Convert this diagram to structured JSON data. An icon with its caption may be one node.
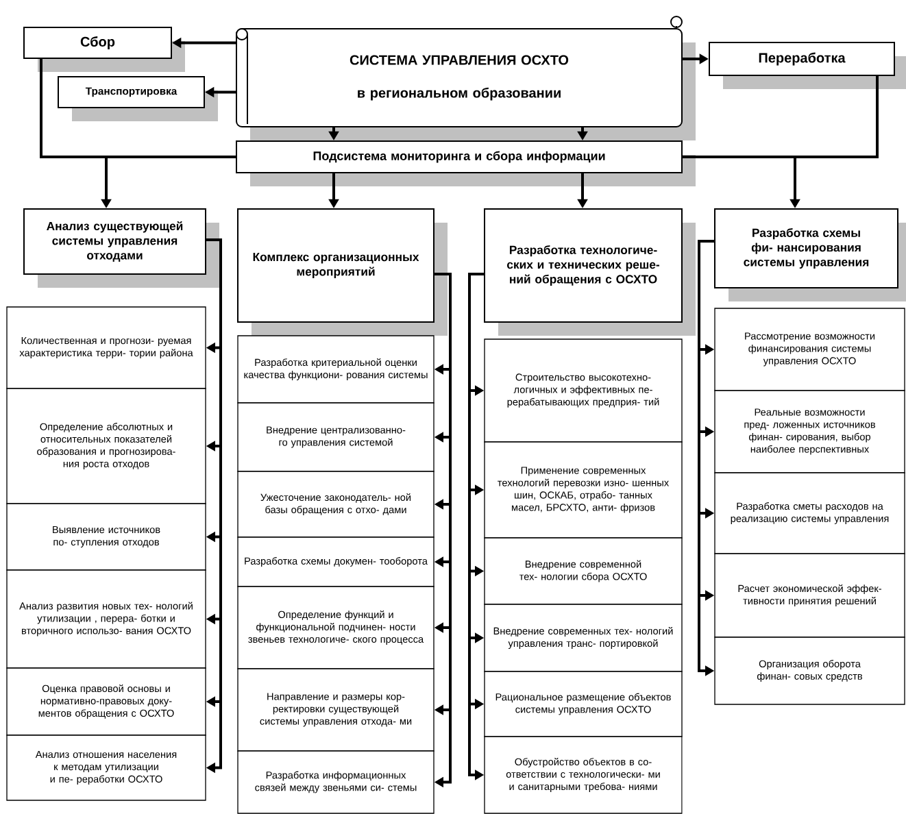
{
  "diagram": {
    "nodes": [
      {
        "text": [
          "СИСТЕМА УПРАВЛЕНИЯ ОСХТО",
          "в региональном образовании"
        ]
      },
      {
        "text": [
          "Сбор"
        ]
      },
      {
        "text": [
          "Транспортировка"
        ]
      },
      {
        "text": [
          "Переработка"
        ]
      },
      {
        "text": [
          "Подсистема мониторинга и сбора информации"
        ]
      },
      {
        "text": [
          "Анализ существующей системы управления отходами"
        ]
      },
      {
        "text": [
          "Комплекс организационных мероприятий"
        ]
      },
      {
        "text": [
          "Разработка технологиче- ских и технических реше- ний обращения с ОСХТО"
        ]
      },
      {
        "text": [
          "Разработка схемы фи- нансирования системы управления"
        ]
      },
      {
        "text": [
          "Количественная и прогнози- руемая характеристика терри- тории района"
        ]
      },
      {
        "text": [
          "Определение абсолютных и относительных показателей образования и прогнозирова- ния роста отходов"
        ]
      },
      {
        "text": [
          "Выявление источников по- ступления отходов"
        ]
      },
      {
        "text": [
          "Анализ развития новых тех- нологий утилизации , перера- ботки и вторичного использо- вания ОСХТО"
        ]
      },
      {
        "text": [
          "Оценка правовой основы и нормативно-правовых доку- ментов обращения с ОСХТО"
        ]
      },
      {
        "text": [
          "Анализ отношения населения к методам утилизации и пе- реработки ОСХТО"
        ]
      },
      {
        "text": [
          "Разработка критериальной оценки качества функциони- рования системы"
        ]
      },
      {
        "text": [
          "Внедрение централизованно- го управления системой"
        ]
      },
      {
        "text": [
          "Ужесточение законодатель- ной базы обращения с отхо- дами"
        ]
      },
      {
        "text": [
          "Разработка схемы докумен- тооборота"
        ]
      },
      {
        "text": [
          "Определение функций и функциональной подчинен- ности звеньев технологиче- ского процесса"
        ]
      },
      {
        "text": [
          "Направление и размеры кор- ректировки существующей системы управления отхода- ми"
        ]
      },
      {
        "text": [
          "Разработка информационных связей между звеньями си- стемы"
        ]
      },
      {
        "text": [
          "Строительство высокотехно- логичных и эффективных пе- рерабатывающих предприя- тий"
        ]
      },
      {
        "text": [
          "Применение современных технологий перевозки изно- шенных шин, ОСКАБ, отрабо- танных масел, БРСХТО, анти- фризов"
        ]
      },
      {
        "text": [
          "Внедрение современной тех- нологии сбора ОСХТО"
        ]
      },
      {
        "text": [
          "Внедрение современных тех- нологий управления транс- портировкой"
        ]
      },
      {
        "text": [
          "Рациональное размещение объектов системы управления ОСХТО"
        ]
      },
      {
        "text": [
          "Обустройство объектов в со- ответствии с технологически- ми и санитарными требова- ниями"
        ]
      },
      {
        "text": [
          "Рассмотрение возможности финансирования системы управления ОСХТО"
        ]
      },
      {
        "text": [
          "Реальные возможности пред- ложенных источников финан- сирования, выбор наиболее перспективных"
        ]
      },
      {
        "text": [
          "Разработка сметы расходов на реализацию системы управления"
        ]
      },
      {
        "text": [
          "Расчет экономической эффек- тивности принятия решений"
        ]
      },
      {
        "text": [
          "Организация оборота финан- совых средств"
        ]
      }
    ],
    "edges": [
      {
        "from": 0,
        "to": 1,
        "arrow": "to"
      },
      {
        "from": 0,
        "to": 2,
        "arrow": "to"
      },
      {
        "from": 0,
        "to": 3,
        "arrow": "to"
      },
      {
        "from": 0,
        "to": 4,
        "arrow": "to"
      },
      {
        "from": 0,
        "to": 4,
        "arrow": "to"
      },
      {
        "from": 1,
        "to": 4,
        "arrow": "none"
      },
      {
        "from": 3,
        "to": 4,
        "arrow": "none"
      },
      {
        "from": 4,
        "to": 5,
        "arrow": "to"
      },
      {
        "from": 4,
        "to": 6,
        "arrow": "to"
      },
      {
        "from": 4,
        "to": 7,
        "arrow": "to"
      },
      {
        "from": 4,
        "to": 8,
        "arrow": "to"
      },
      {
        "from": 5,
        "to": 9,
        "arrow": "to"
      },
      {
        "from": 5,
        "to": 10,
        "arrow": "to"
      },
      {
        "from": 5,
        "to": 11,
        "arrow": "to"
      },
      {
        "from": 5,
        "to": 12,
        "arrow": "to"
      },
      {
        "from": 5,
        "to": 13,
        "arrow": "to"
      },
      {
        "from": 5,
        "to": 14,
        "arrow": "to"
      },
      {
        "from": 6,
        "to": 15,
        "arrow": "to"
      },
      {
        "from": 6,
        "to": 16,
        "arrow": "to"
      },
      {
        "from": 6,
        "to": 17,
        "arrow": "to"
      },
      {
        "from": 6,
        "to": 18,
        "arrow": "to"
      },
      {
        "from": 6,
        "to": 19,
        "arrow": "to"
      },
      {
        "from": 6,
        "to": 20,
        "arrow": "to"
      },
      {
        "from": 6,
        "to": 21,
        "arrow": "to"
      },
      {
        "from": 7,
        "to": 22,
        "arrow": "to"
      },
      {
        "from": 7,
        "to": 23,
        "arrow": "to"
      },
      {
        "from": 7,
        "to": 24,
        "arrow": "to"
      },
      {
        "from": 7,
        "to": 25,
        "arrow": "to"
      },
      {
        "from": 7,
        "to": 26,
        "arrow": "to"
      },
      {
        "from": 7,
        "to": 27,
        "arrow": "to"
      },
      {
        "from": 8,
        "to": 28,
        "arrow": "to"
      },
      {
        "from": 8,
        "to": 29,
        "arrow": "to"
      },
      {
        "from": 8,
        "to": 30,
        "arrow": "to"
      },
      {
        "from": 8,
        "to": 31,
        "arrow": "to"
      },
      {
        "from": 8,
        "to": 32,
        "arrow": "to"
      }
    ]
  }
}
